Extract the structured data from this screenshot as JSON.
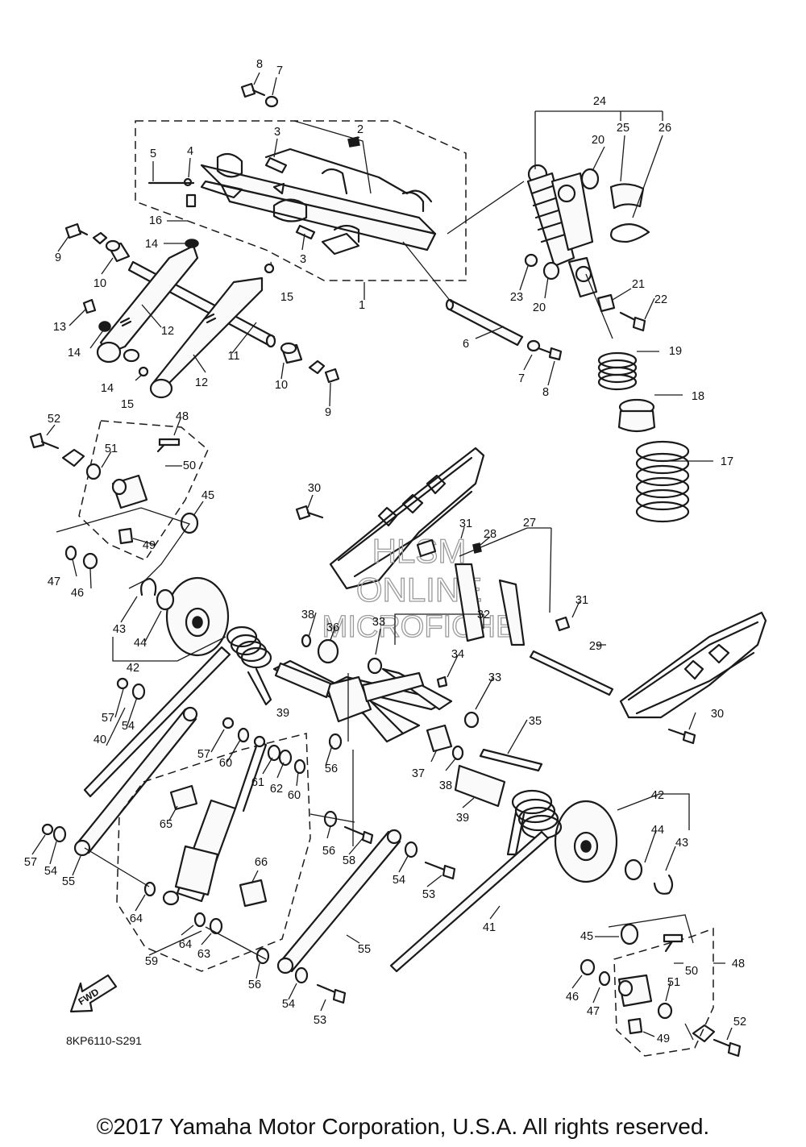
{
  "diagram_code": "8KP6110-S291",
  "fwd_label": "FWD",
  "watermark": [
    "HLSM",
    "ONLINE",
    "MICROFICHE"
  ],
  "copyright": "©2017 Yamaha Motor Corporation, U.S.A. All rights reserved.",
  "callouts": [
    "8",
    "7",
    "24",
    "25",
    "26",
    "3",
    "2",
    "5",
    "4",
    "20",
    "16",
    "9",
    "14",
    "10",
    "3",
    "15",
    "1",
    "23",
    "20",
    "21",
    "22",
    "13",
    "12",
    "19",
    "14",
    "11",
    "6",
    "12",
    "7",
    "14",
    "15",
    "10",
    "9",
    "8",
    "18",
    "52",
    "48",
    "51",
    "50",
    "17",
    "45",
    "30",
    "49",
    "31",
    "28",
    "27",
    "47",
    "46",
    "31",
    "43",
    "44",
    "38",
    "36",
    "33",
    "32",
    "29",
    "42",
    "34",
    "33",
    "57",
    "39",
    "54",
    "35",
    "30",
    "40",
    "57",
    "60",
    "56",
    "61",
    "62",
    "60",
    "37",
    "38",
    "39",
    "42",
    "65",
    "66",
    "56",
    "58",
    "44",
    "43",
    "57",
    "54",
    "55",
    "54",
    "53",
    "64",
    "41",
    "64",
    "63",
    "59",
    "55",
    "45",
    "56",
    "48",
    "50",
    "54",
    "46",
    "51",
    "47",
    "53",
    "49",
    "52"
  ]
}
